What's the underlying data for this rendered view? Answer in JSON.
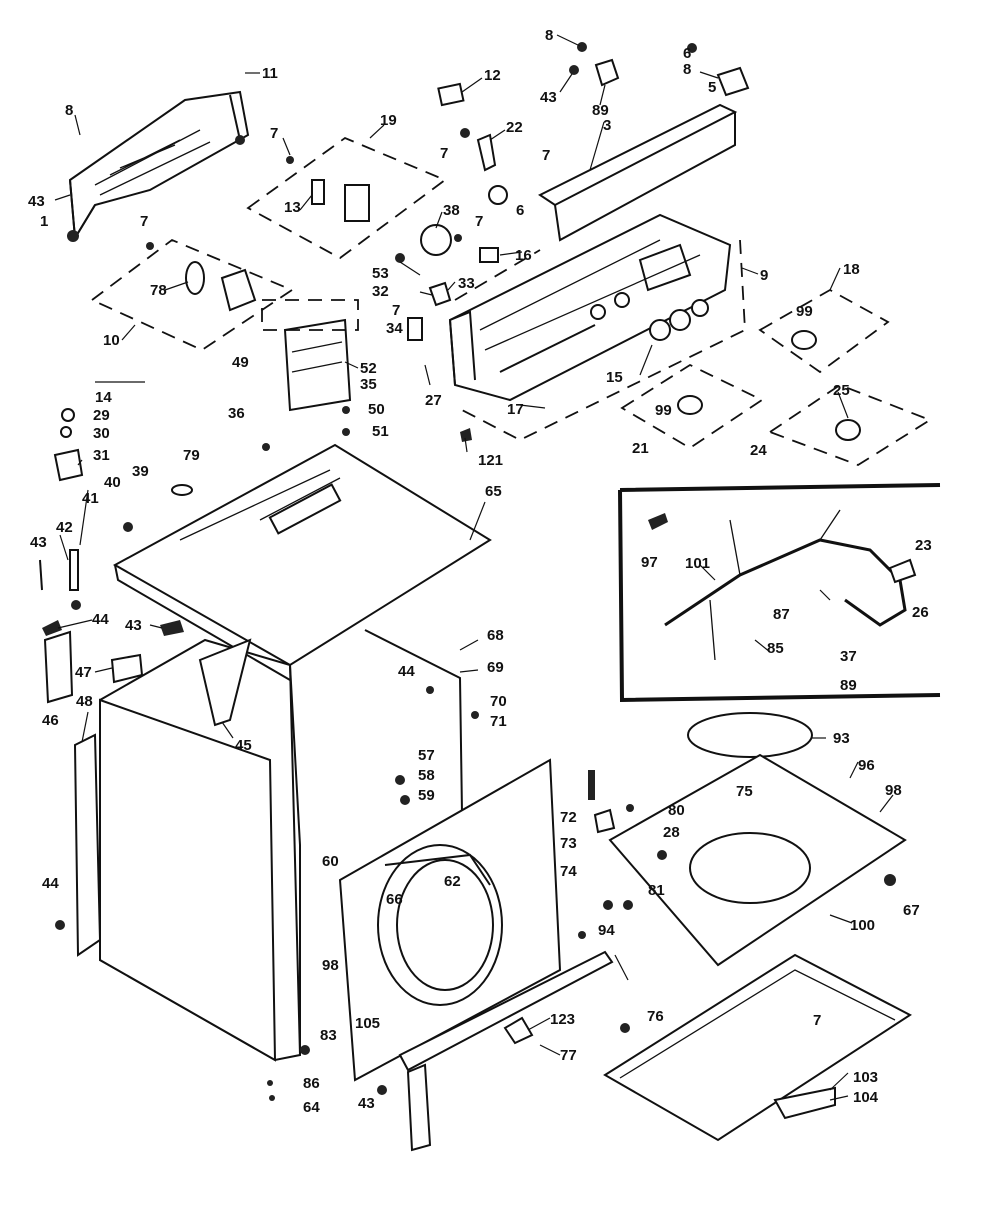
{
  "diagram": {
    "labels": [
      "8",
      "8",
      "43",
      "89",
      "3",
      "6",
      "5",
      "11",
      "8",
      "43",
      "1",
      "12",
      "22",
      "7",
      "7",
      "19",
      "7",
      "13",
      "6",
      "38",
      "7",
      "16",
      "9",
      "7",
      "78",
      "10",
      "49",
      "53",
      "32",
      "33",
      "7",
      "34",
      "52",
      "35",
      "27",
      "18",
      "99",
      "15",
      "17",
      "25",
      "99",
      "21",
      "24",
      "121",
      "14",
      "29",
      "30",
      "31",
      "36",
      "50",
      "51",
      "79",
      "39",
      "40",
      "41",
      "42",
      "43",
      "44",
      "43",
      "65",
      "97",
      "101",
      "23",
      "87",
      "85",
      "26",
      "37",
      "89",
      "47",
      "46",
      "48",
      "45",
      "44",
      "68",
      "69",
      "70",
      "71",
      "57",
      "58",
      "59",
      "60",
      "66",
      "62",
      "72",
      "73",
      "74",
      "80",
      "28",
      "81",
      "93",
      "96",
      "75",
      "98",
      "67",
      "100",
      "94",
      "44",
      "98",
      "105",
      "123",
      "76",
      "7",
      "83",
      "86",
      "64",
      "43",
      "77",
      "103",
      "104"
    ]
  }
}
